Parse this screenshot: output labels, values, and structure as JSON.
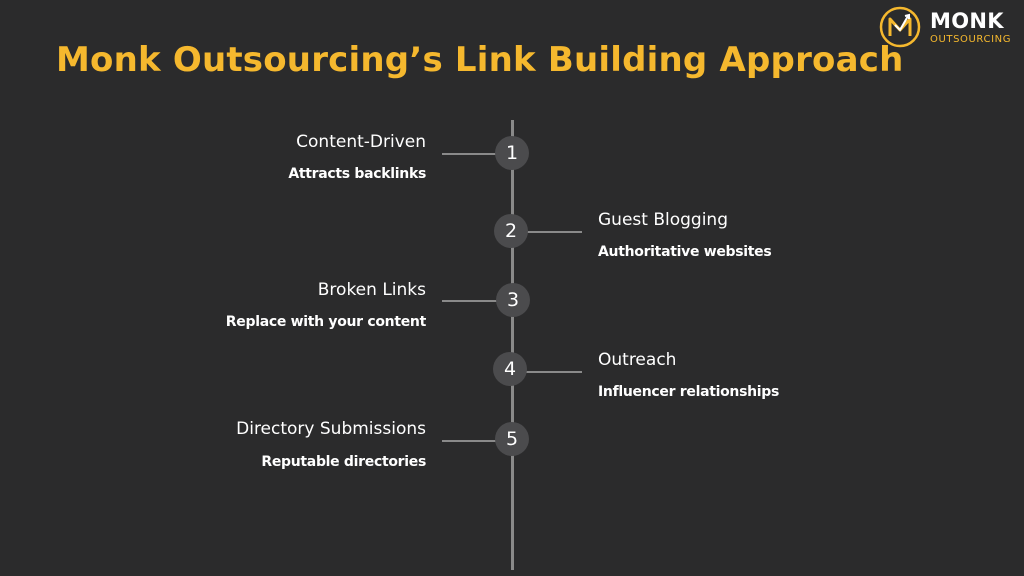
{
  "title": "Monk Outsourcing’s Link Building Approach",
  "logo": {
    "name": "MONK",
    "subtitle": "OUTSOURCING"
  },
  "colors": {
    "background": "#2b2b2c",
    "accent": "#f5b82e",
    "line": "#8a8a8a",
    "node": "#4b4b4d"
  },
  "steps": [
    {
      "number": "1",
      "title": "Content-Driven",
      "description": "Attracts backlinks"
    },
    {
      "number": "2",
      "title": "Guest Blogging",
      "description": "Authoritative websites"
    },
    {
      "number": "3",
      "title": "Broken Links",
      "description": "Replace with your content"
    },
    {
      "number": "4",
      "title": "Outreach",
      "description": "Influencer relationships"
    },
    {
      "number": "5",
      "title": "Directory Submissions",
      "description": "Reputable directories"
    }
  ]
}
